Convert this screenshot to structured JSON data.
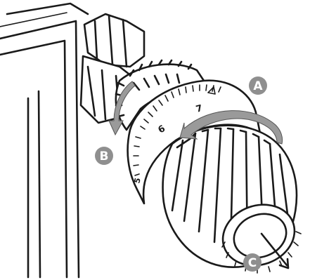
{
  "callouts": {
    "a": "A",
    "b": "B",
    "c": "C"
  },
  "dial_scale": {
    "n7": "7",
    "n6": "6",
    "n5": "5"
  },
  "colors": {
    "ink": "#1a1a1a",
    "arrow_fill": "#9a9a9a",
    "badge_fill": "#8f8f8f",
    "background": "#ffffff"
  },
  "icons": [
    "rotate-arrow-icon",
    "ccw-arrow-icon",
    "pull-arrow-icon",
    "set-mark-icon"
  ]
}
